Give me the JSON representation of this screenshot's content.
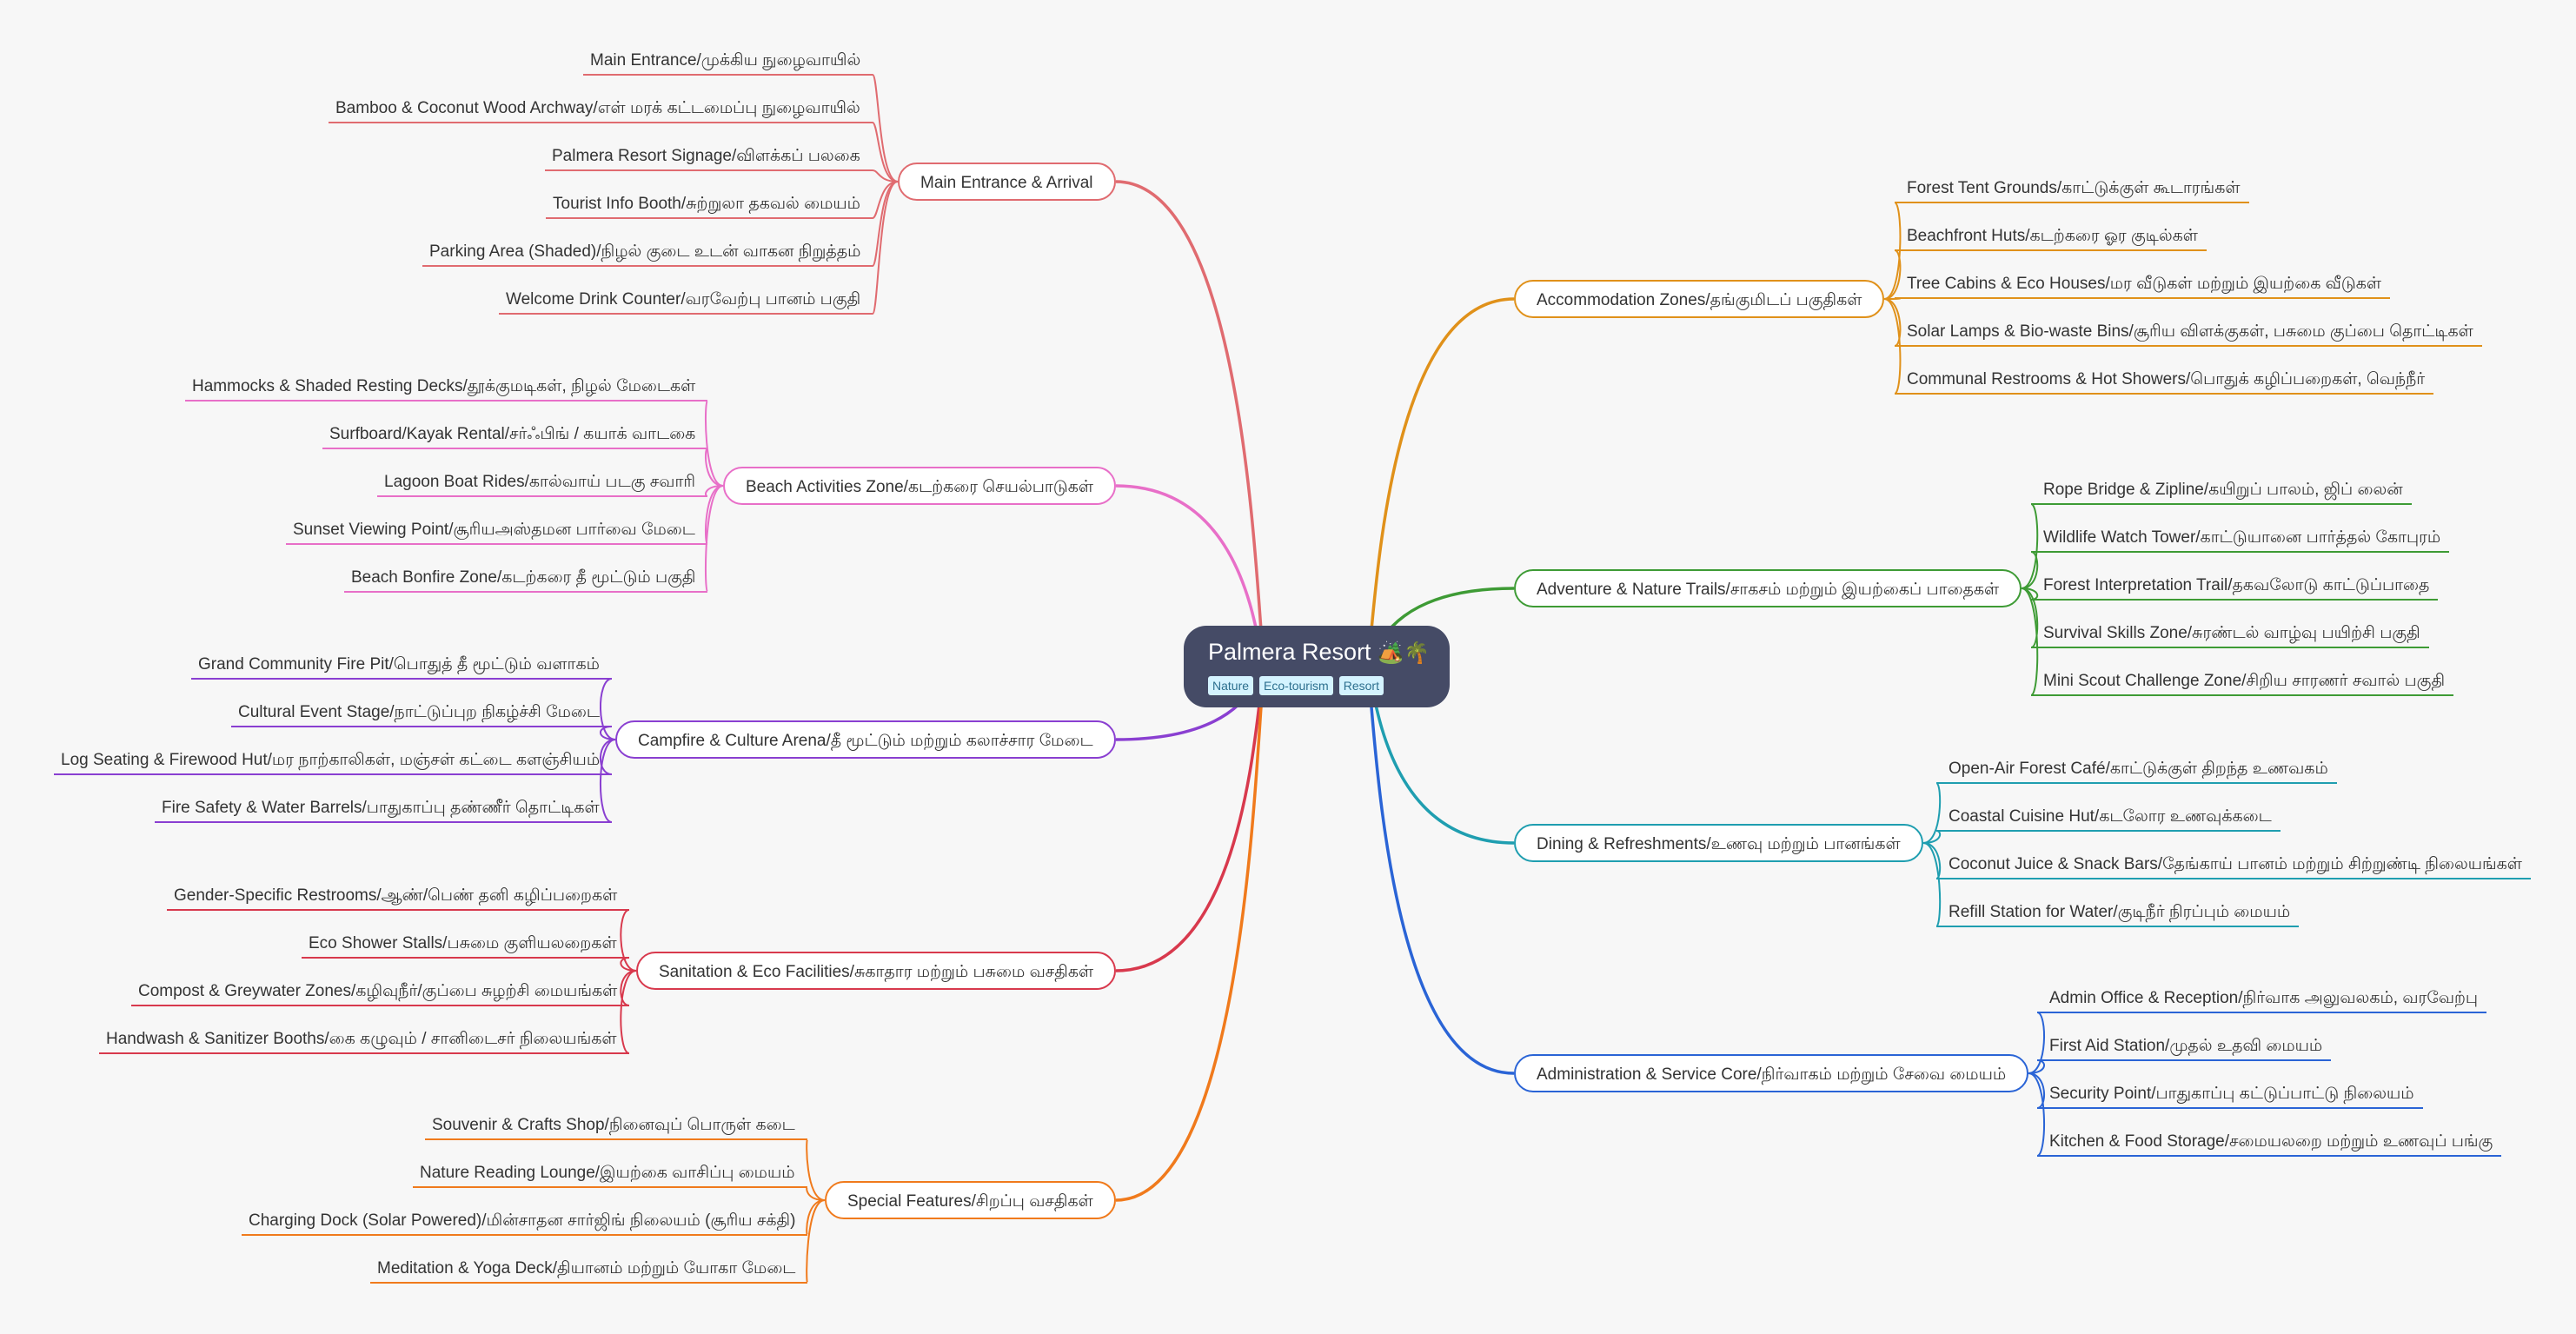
{
  "root": {
    "title": "Palmera Resort",
    "emoji": "🏕️🌴",
    "tags": [
      "Nature",
      "Eco-tourism",
      "Resort"
    ]
  },
  "branches": [
    {
      "id": "main-entrance",
      "label": "Main Entrance & Arrival",
      "color": "#e06b70",
      "side": "left",
      "children": [
        "Main Entrance/முக்கிய நுழைவாயில்",
        "Bamboo & Coconut Wood Archway/எள் மரக் கட்டமைப்பு நுழைவாயில்",
        "Palmera Resort Signage/விளக்கப் பலகை",
        "Tourist Info Booth/சுற்றுலா தகவல் மையம்",
        "Parking Area (Shaded)/நிழல் குடை உடன் வாகன நிறுத்தம்",
        "Welcome Drink Counter/வரவேற்பு பானம் பகுதி"
      ]
    },
    {
      "id": "beach-activities",
      "label": "Beach Activities Zone/கடற்கரை செயல்பாடுகள்",
      "color": "#e86fc8",
      "side": "left",
      "children": [
        "Hammocks & Shaded Resting Decks/தூக்குமடிகள், நிழல் மேடைகள்",
        "Surfboard/Kayak Rental/சர்ஃபிங் / கயாக் வாடகை",
        "Lagoon Boat Rides/கால்வாய் படகு சவாரி",
        "Sunset Viewing Point/சூரியஅஸ்தமன பார்வை மேடை",
        "Beach Bonfire Zone/கடற்கரை தீ மூட்டும் பகுதி"
      ]
    },
    {
      "id": "campfire-culture",
      "label": "Campfire & Culture Arena/தீ மூட்டும் மற்றும் கலாச்சார மேடை",
      "color": "#8a3fd1",
      "side": "left",
      "children": [
        "Grand Community Fire Pit/பொதுத் தீ மூட்டும் வளாகம்",
        "Cultural Event Stage/நாட்டுப்புற நிகழ்ச்சி மேடை",
        "Log Seating & Firewood Hut/மர நாற்காலிகள், மஞ்சள் கட்டை களஞ்சியம்",
        "Fire Safety & Water Barrels/பாதுகாப்பு தண்ணீர் தொட்டிகள்"
      ]
    },
    {
      "id": "sanitation-eco",
      "label": "Sanitation & Eco Facilities/சுகாதார மற்றும் பசுமை வசதிகள்",
      "color": "#d8394d",
      "side": "left",
      "children": [
        "Gender-Specific Restrooms/ஆண்/பெண் தனி கழிப்பறைகள்",
        "Eco Shower Stalls/பசுமை குளியலறைகள்",
        "Compost & Greywater Zones/கழிவுநீர்/குப்பை சுழற்சி மையங்கள்",
        "Handwash & Sanitizer Booths/கை கழுவும் / சானிடைசர் நிலையங்கள்"
      ]
    },
    {
      "id": "special-features",
      "label": "Special Features/சிறப்பு வசதிகள்",
      "color": "#f07a1c",
      "side": "left",
      "children": [
        "Souvenir & Crafts Shop/நினைவுப் பொருள் கடை",
        "Nature Reading Lounge/இயற்கை வாசிப்பு மையம்",
        "Charging Dock (Solar Powered)/மின்சாதன சார்ஜிங் நிலையம் (சூரிய சக்தி)",
        "Meditation & Yoga Deck/தியானம் மற்றும் யோகா மேடை"
      ]
    },
    {
      "id": "accommodation",
      "label": "Accommodation Zones/தங்குமிடப் பகுதிகள்",
      "color": "#e0911a",
      "side": "right",
      "children": [
        "Forest Tent Grounds/காட்டுக்குள் கூடாரங்கள்",
        "Beachfront Huts/கடற்கரை ஓர குடில்கள்",
        "Tree Cabins & Eco Houses/மர வீடுகள் மற்றும் இயற்கை வீடுகள்",
        "Solar Lamps & Bio-waste Bins/சூரிய விளக்குகள், பசுமை குப்பை தொட்டிகள்",
        "Communal Restrooms & Hot Showers/பொதுக் கழிப்பறைகள், வெந்நீர்"
      ]
    },
    {
      "id": "adventure",
      "label": "Adventure & Nature Trails/சாகசம் மற்றும் இயற்கைப் பாதைகள்",
      "color": "#3e9b35",
      "side": "right",
      "children": [
        "Rope Bridge & Zipline/கயிறுப் பாலம், ஜிப் லைன்",
        "Wildlife Watch Tower/காட்டுயானை பார்த்தல் கோபுரம்",
        "Forest Interpretation Trail/தகவலோடு காட்டுப்பாதை",
        "Survival Skills Zone/சுரண்டல் வாழ்வு பயிற்சி பகுதி",
        "Mini Scout Challenge Zone/சிறிய சாரணர் சவால் பகுதி"
      ]
    },
    {
      "id": "dining",
      "label": "Dining & Refreshments/உணவு மற்றும் பானங்கள்",
      "color": "#1f9eb0",
      "side": "right",
      "children": [
        "Open-Air Forest Café/காட்டுக்குள் திறந்த உணவகம்",
        "Coastal Cuisine Hut/கடலோர உணவுக்கடை",
        "Coconut Juice & Snack Bars/தேங்காய் பானம் மற்றும் சிற்றுண்டி நிலையங்கள்",
        "Refill Station for Water/குடிநீர் நிரப்பும் மையம்"
      ]
    },
    {
      "id": "administration",
      "label": "Administration & Service Core/நிர்வாகம் மற்றும் சேவை மையம்",
      "color": "#2a64d6",
      "side": "right",
      "children": [
        "Admin Office & Reception/நிர்வாக அலுவலகம், வரவேற்பு",
        "First Aid Station/முதல் உதவி மையம்",
        "Security Point/பாதுகாப்பு கட்டுப்பாட்டு நிலையம்",
        "Kitchen & Food Storage/சமையலறை மற்றும் உணவுப் பங்கு"
      ]
    }
  ]
}
